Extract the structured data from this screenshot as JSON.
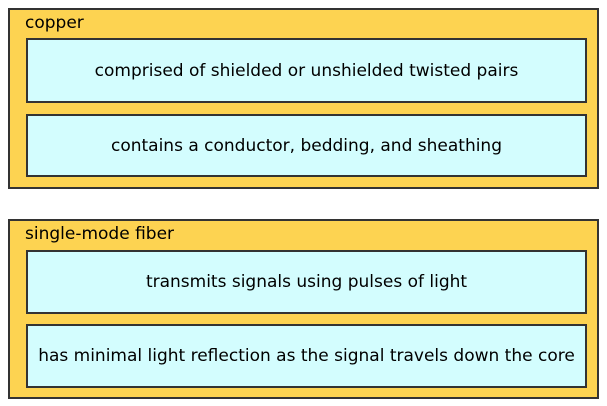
{
  "groups": [
    {
      "label": "copper",
      "items": [
        "comprised of shielded or unshielded twisted pairs",
        "contains a conductor, bedding, and sheathing"
      ]
    },
    {
      "label": "single-mode fiber",
      "items": [
        "transmits signals using pulses of light",
        "has minimal light reflection as the signal travels down the core"
      ]
    }
  ],
  "colors": {
    "group_background": "#fdd351",
    "item_background": "#d3fdfe",
    "border": "#333333"
  }
}
